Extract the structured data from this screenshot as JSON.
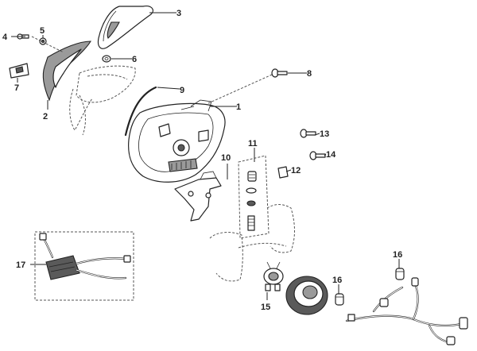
{
  "callouts": [
    {
      "id": "1",
      "part": "headlight-housing"
    },
    {
      "id": "2",
      "part": "headlight-cover-bracket"
    },
    {
      "id": "3",
      "part": "upper-lens-trim"
    },
    {
      "id": "4",
      "part": "screw"
    },
    {
      "id": "5",
      "part": "washer-nut"
    },
    {
      "id": "6",
      "part": "grommet"
    },
    {
      "id": "7",
      "part": "side-reflector"
    },
    {
      "id": "8",
      "part": "mounting-screw"
    },
    {
      "id": "9",
      "part": "seal-strip"
    },
    {
      "id": "10",
      "part": "mounting-bracket"
    },
    {
      "id": "11",
      "part": "adjuster-hardware"
    },
    {
      "id": "12",
      "part": "clip"
    },
    {
      "id": "13",
      "part": "bolt"
    },
    {
      "id": "14",
      "part": "bolt"
    },
    {
      "id": "15",
      "part": "bulb-socket"
    },
    {
      "id": "16",
      "part": "position-bulb"
    },
    {
      "id": "17",
      "part": "control-module"
    }
  ],
  "colors": {
    "line": "#222222",
    "fill": "#ffffff",
    "shade": "#9a9a9a",
    "dark": "#5a5a5a"
  }
}
